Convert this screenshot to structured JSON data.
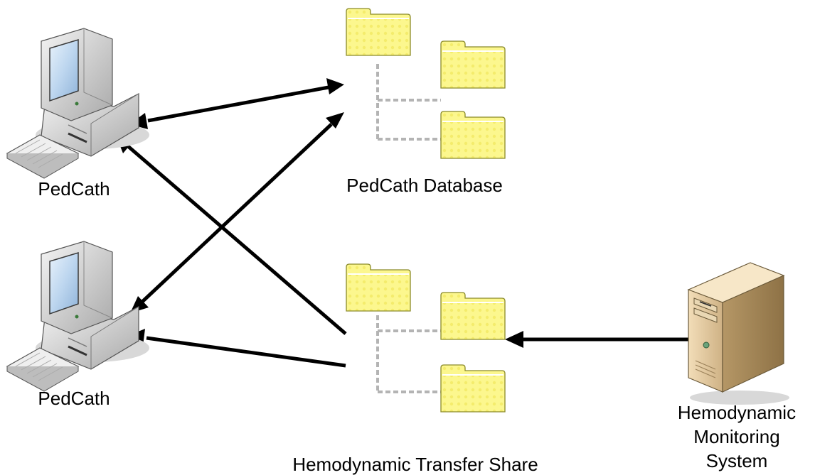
{
  "labels": {
    "pc_top": "PedCath",
    "pc_bottom": "PedCath",
    "database": "PedCath Database",
    "transfer_share": "Hemodynamic Transfer Share",
    "hms_line1": "Hemodynamic",
    "hms_line2": "Monitoring",
    "hms_line3": "System"
  },
  "icons": {
    "pc": "desktop-computer-icon",
    "folder": "folder-icon",
    "server": "tower-server-icon"
  },
  "colors": {
    "folder_fill": "#fbf58a",
    "folder_stroke": "#8a8a2a",
    "arrow": "#000000",
    "tree_line": "#b4b4b4"
  }
}
